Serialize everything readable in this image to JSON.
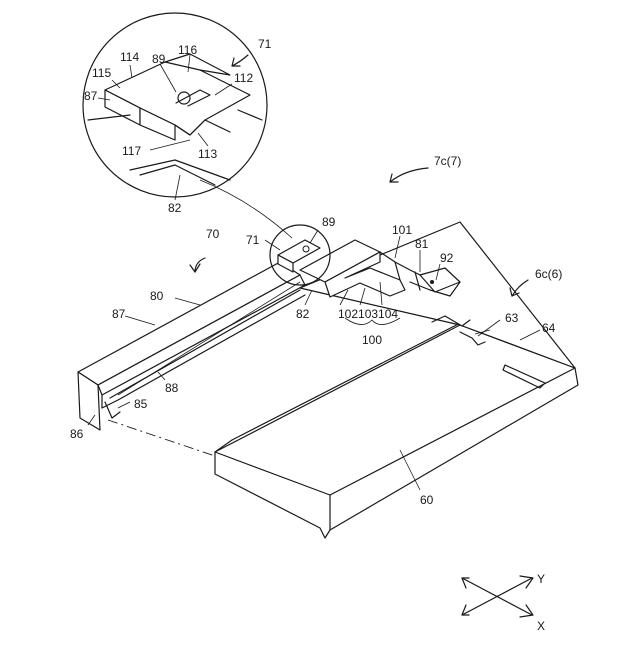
{
  "figure": {
    "labels": {
      "l71_top": "71",
      "l114": "114",
      "l116": "116",
      "l89_top": "89",
      "l115": "115",
      "l87_top": "87",
      "l112": "112",
      "l117": "117",
      "l113": "113",
      "l82_top": "82",
      "l7c": "7c(7)",
      "l70": "70",
      "l89": "89",
      "l71": "71",
      "l101": "101",
      "l81": "81",
      "l92": "92",
      "l6c": "6c(6)",
      "l80": "80",
      "l87": "87",
      "l82": "82",
      "l102103104": "102103104",
      "l100": "100",
      "l63": "63",
      "l64": "64",
      "l88": "88",
      "l85": "85",
      "l86": "86",
      "l60": "60",
      "axis_y": "Y",
      "axis_x": "X"
    }
  }
}
